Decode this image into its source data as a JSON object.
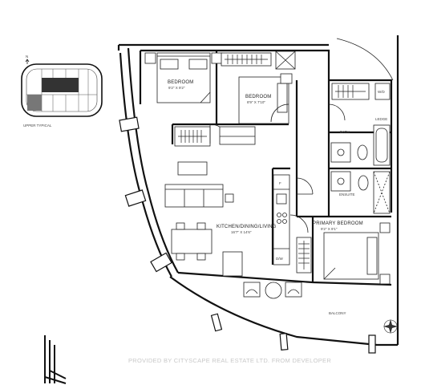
{
  "key_plan": {
    "north_label": "N",
    "caption": "UPPER TYPICAL"
  },
  "rooms": {
    "bedroom_1": {
      "name": "BEDROOM",
      "dims": "9'2\" X 9'2\""
    },
    "bedroom_2": {
      "name": "BEDROOM",
      "dims": "8'9\" X 7'10\""
    },
    "kitchen": {
      "name": "KITCHEN/DINING/LIVING",
      "dims": "16'7\" X 14'6\""
    },
    "primary": {
      "name": "PRIMARY BEDROOM",
      "dims": "9'2\" X 9'1\""
    },
    "bath": {
      "name": "BATH"
    },
    "ensuite": {
      "name": "ENSUITE"
    },
    "ledge": {
      "name": "LEDGE"
    },
    "balcony": {
      "name": "BALCONY"
    }
  },
  "fixture_labels": {
    "wd": "W/D",
    "fridge": "F",
    "dishwasher": "D/W"
  },
  "watermark": "PROVIDED BY CITYSCAPE REAL ESTATE LTD. FROM DEVELOPER"
}
